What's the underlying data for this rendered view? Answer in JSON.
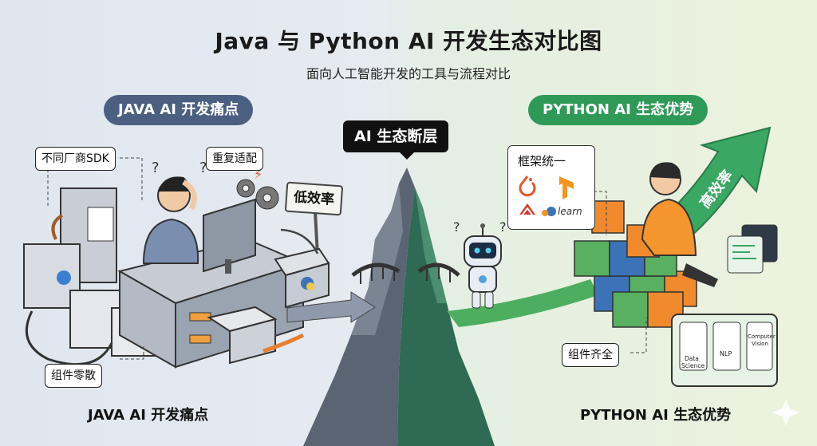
{
  "title": "Java 与 Python AI 开发生态对比图",
  "subtitle": "面向人工智能开发的工具与流程对比",
  "left": {
    "header": "JAVA AI 开发痛点",
    "callouts": {
      "vendor_sdk": "不同厂商SDK",
      "repeat_adapt": "重复适配",
      "low_efficiency": "低效率",
      "scattered_parts": "组件零散"
    },
    "footer": "JAVA AI 开发痛点"
  },
  "center": {
    "gap_label": "AI 生态断层"
  },
  "right": {
    "header": "PYTHON AI 生态优势",
    "framework_unified": "框架统一",
    "high_efficiency": "高效率",
    "complete_components": "组件齐全",
    "panel_labels": {
      "data_science_line1": "Data",
      "data_science_line2": "Science",
      "nlp": "NLP",
      "cv_line1": "Computer",
      "cv_line2": "Vision"
    },
    "logo_learn": "learn",
    "footer": "PYTHON AI 生态优势"
  },
  "colors": {
    "left_pill": "#4b5f80",
    "right_pill": "#2f9a57",
    "green_arrow": "#3aa862",
    "cube_orange": "#f08a2c",
    "cube_green": "#58b060",
    "cube_blue": "#3c73b8"
  }
}
